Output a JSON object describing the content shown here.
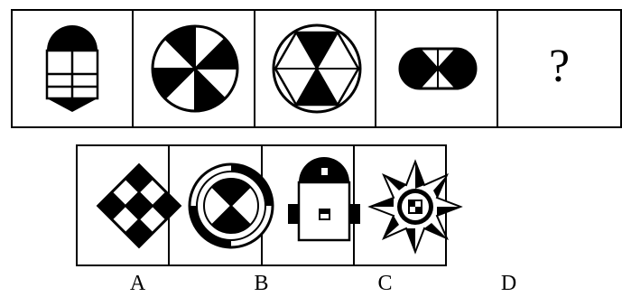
{
  "question": {
    "mark": "?"
  },
  "options": [
    {
      "label": "A"
    },
    {
      "label": "B"
    },
    {
      "label": "C"
    },
    {
      "label": "D"
    }
  ]
}
